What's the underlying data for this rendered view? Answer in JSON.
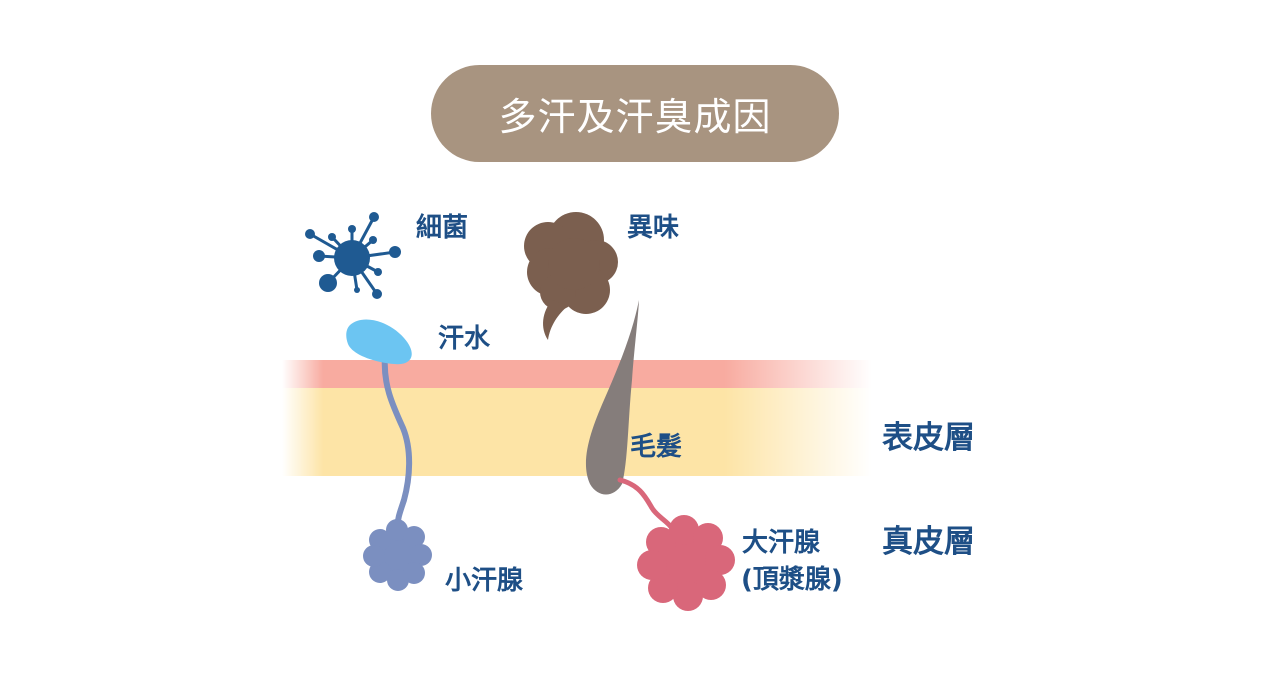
{
  "title": "多汗及汗臭成因",
  "labels": {
    "bacteria": "細菌",
    "odor": "異味",
    "sweat": "汗水",
    "hair": "毛髮",
    "eccrine_gland": "小汗腺",
    "apocrine_gland": "大汗腺",
    "apocrine_gland_alt": "(頂漿腺)",
    "epidermis": "表皮層",
    "dermis": "真皮層"
  },
  "colors": {
    "title_bg": "#a89480",
    "label_text": "#1e4f86",
    "bacteria": "#1f5a92",
    "odor_cloud": "#7b5f4f",
    "sweat_drop": "#6cc5f2",
    "eccrine_gland": "#7b8fc0",
    "apocrine_gland": "#d9677a",
    "hair": "#857d7b",
    "epidermis_top": "#f8aba0",
    "epidermis_bottom": "#fde4a6"
  },
  "icons": [
    "bacteria-icon",
    "odor-cloud-icon",
    "sweat-drop-icon",
    "hair-icon",
    "eccrine-gland-icon",
    "apocrine-gland-icon"
  ]
}
